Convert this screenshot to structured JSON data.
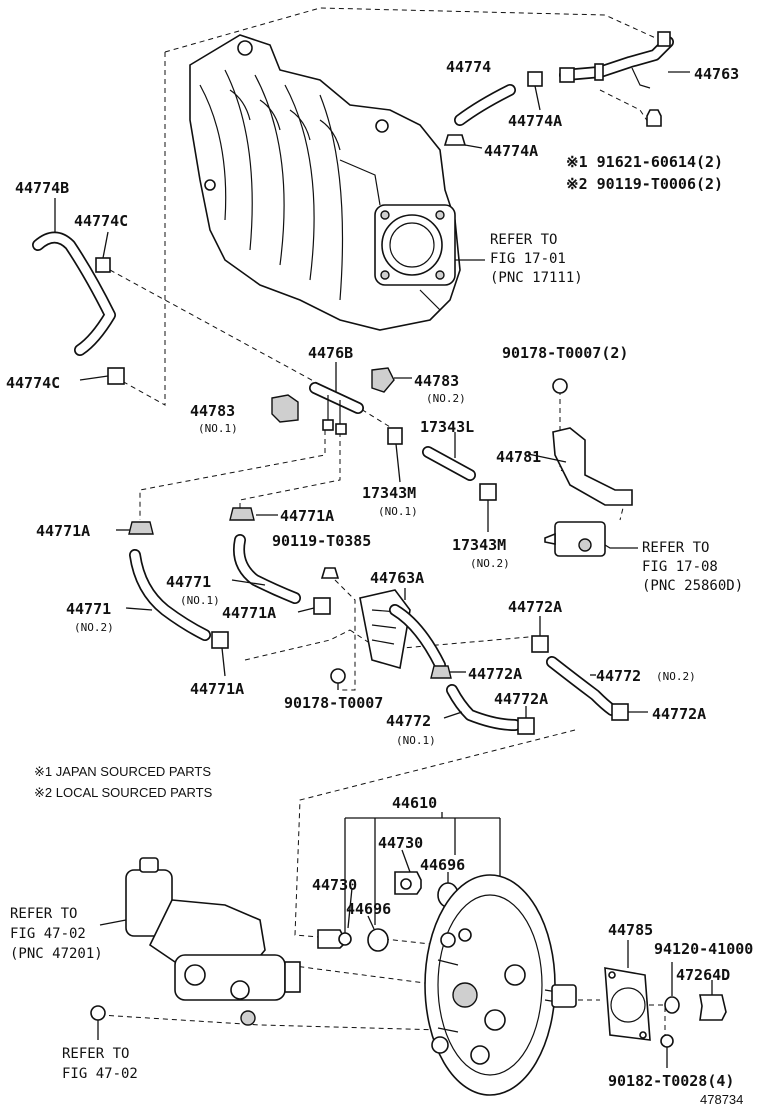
{
  "diagram_id": "478734",
  "notes": {
    "japan": "※1 JAPAN SOURCED PARTS",
    "local": "※2 LOCAL SOURCED PARTS"
  },
  "refs": {
    "fig_17_01": {
      "l1": "REFER TO",
      "l2": "FIG 17-01",
      "l3": "(PNC 17111)"
    },
    "fig_17_08": {
      "l1": "REFER TO",
      "l2": "FIG 17-08",
      "l3": "(PNC 25860D)"
    },
    "fig_47_02_a": {
      "l1": "REFER TO",
      "l2": "FIG 47-02",
      "l3": "(PNC 47201)"
    },
    "fig_47_02_b": {
      "l1": "REFER TO",
      "l2": "FIG 47-02"
    }
  },
  "parts": {
    "p44774": "44774",
    "p44774A_1": "44774A",
    "p44774A_2": "44774A",
    "p44763": "44763",
    "p91621": "※1  91621-60614(2)",
    "p90119a": "※2  90119-T0006(2)",
    "p44774B": "44774B",
    "p44774C_1": "44774C",
    "p44774C_2": "44774C",
    "p4476B": "4476B",
    "p44783_1": "44783",
    "p44783_1s": "(NO.1)",
    "p44783_2": "44783",
    "p44783_2s": "(NO.2)",
    "p90178a": "90178-T0007(2)",
    "p17343L": "17343L",
    "p44781": "44781",
    "p17343M_1": "17343M",
    "p17343M_1s": "(NO.1)",
    "p17343M_2": "17343M",
    "p17343M_2s": "(NO.2)",
    "p44771A_1": "44771A",
    "p44771A_2": "44771A",
    "p44771A_3": "44771A",
    "p44771A_4": "44771A",
    "p90119b": "90119-T0385",
    "p44771_1": "44771",
    "p44771_1s": "(NO.1)",
    "p44771_2": "44771",
    "p44771_2s": "(NO.2)",
    "p44763A": "44763A",
    "p44772A_1": "44772A",
    "p44772A_2": "44772A",
    "p44772A_3": "44772A",
    "p44772A_4": "44772A",
    "p44772_1": "44772",
    "p44772_1s": "(NO.1)",
    "p44772_2": "44772",
    "p44772_2s": "(NO.2)",
    "p90178b": "90178-T0007",
    "p44610": "44610",
    "p44730_1": "44730",
    "p44730_2": "44730",
    "p44696_1": "44696",
    "p44696_2": "44696",
    "p44785": "44785",
    "p94120": "94120-41000",
    "p47264D": "47264D",
    "p90182": "90182-T0028(4)"
  }
}
